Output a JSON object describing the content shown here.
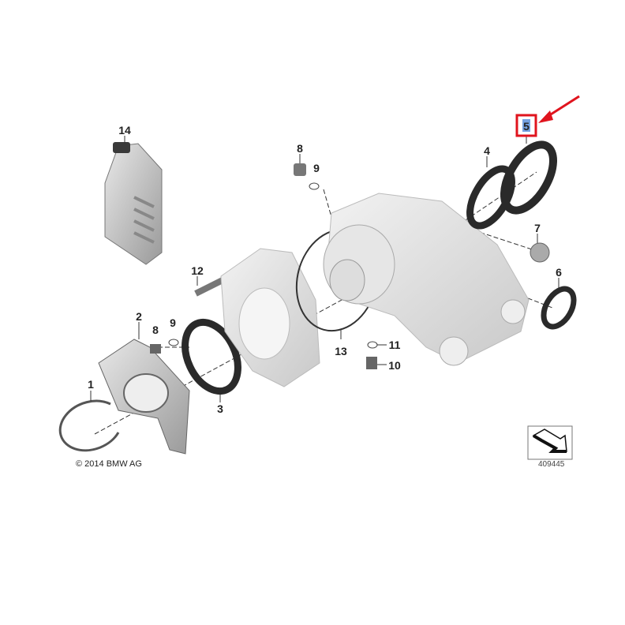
{
  "diagram": {
    "labels": {
      "oil_bottle": "14",
      "bolt_top": "8",
      "washer_top": "9",
      "seal_4": "4",
      "seal_5": "5",
      "plug_7": "7",
      "bolt_12": "12",
      "seal_6": "6",
      "flange_2": "2",
      "bolt_left": "8",
      "washer_left": "9",
      "oring_13": "13",
      "ring_11": "11",
      "plug_10": "10",
      "circlip_1": "1",
      "seal_3": "3"
    },
    "highlighted_label": "5",
    "copyright": "© 2014 BMW AG",
    "diagram_number": "409445"
  },
  "colors": {
    "highlight_box": "#e0141e",
    "highlight_fill": "#3a7bd5",
    "arrow": "#e0141e",
    "part_gray": "#c8c8c8",
    "seal_dark": "#2a2a2a"
  }
}
